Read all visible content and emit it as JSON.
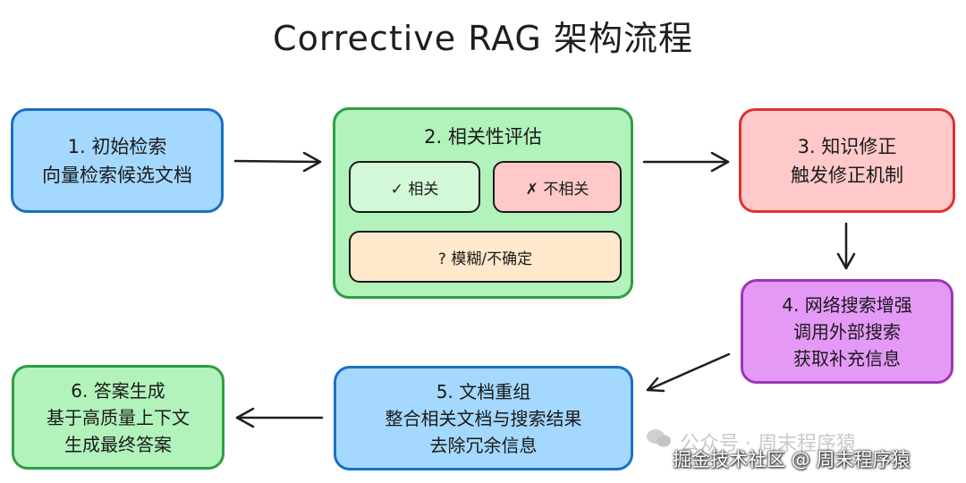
{
  "title": "Corrective RAG 架构流程",
  "nodes": {
    "n1": {
      "line1": "1. 初始检索",
      "line2": "向量检索候选文档"
    },
    "n2": {
      "header": "2. 相关性评估",
      "relevant": "✓ 相关",
      "irrelevant": "✗ 不相关",
      "ambiguous": "? 模糊/不确定"
    },
    "n3": {
      "line1": "3. 知识修正",
      "line2": "触发修正机制"
    },
    "n4": {
      "line1": "4. 网络搜索增强",
      "line2": "调用外部搜索",
      "line3": "获取补充信息"
    },
    "n5": {
      "line1": "5. 文档重组",
      "line2": "整合相关文档与搜索结果",
      "line3": "去除冗余信息"
    },
    "n6": {
      "line1": "6. 答案生成",
      "line2": "基于高质量上下文",
      "line3": "生成最终答案"
    }
  },
  "watermark": {
    "line1": "公众号 · 周末程序猿",
    "line2": "掘金技术社区 @ 周末程序猿"
  },
  "colors": {
    "blue": "#a5d8ff",
    "green": "#b2f2bb",
    "red": "#ffc9c9",
    "purple": "#e599f7",
    "orange": "#ffe8cc"
  }
}
